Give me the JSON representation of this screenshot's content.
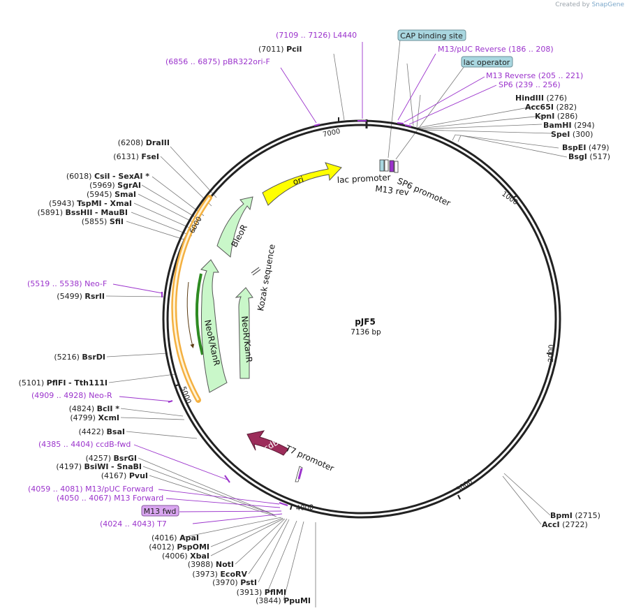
{
  "credit": {
    "prefix": "Created by",
    "brand": "SnapGene"
  },
  "plasmid": {
    "name": "pJF5",
    "length_label": "7136 bp"
  },
  "tick_labels": [
    "1000",
    "2000",
    "3000",
    "4000",
    "5000",
    "6000",
    "7000"
  ],
  "boxed_features": [
    {
      "text": "CAP binding site",
      "color": "#a9d7e0"
    },
    {
      "text": "lac operator",
      "color": "#a9d7e0"
    },
    {
      "text": "M13 fwd",
      "color": "#d9a6f0"
    }
  ],
  "feature_labels": {
    "ori": "ori",
    "bleo": "BleoR",
    "neo_outer": "NeoR/KanR",
    "neo_inner": "NeoR/KanR",
    "kozak": "Kozak sequence",
    "ccdb": "ccdB",
    "lac_promoter": "lac promoter",
    "m13_rev": "M13 rev",
    "sp6_promoter": "SP6 promoter",
    "t7_promoter": "T7 promoter"
  },
  "sites_right": [
    {
      "pos": "(7011)",
      "name": "PciI"
    },
    {
      "pos": "(276)",
      "name": "HindIII"
    },
    {
      "pos": "(282)",
      "name": "Acc65I"
    },
    {
      "pos": "(286)",
      "name": "KpnI"
    },
    {
      "pos": "(294)",
      "name": "BamHI"
    },
    {
      "pos": "(300)",
      "name": "SpeI"
    },
    {
      "pos": "(479)",
      "name": "BspEI"
    },
    {
      "pos": "(517)",
      "name": "BsgI"
    },
    {
      "pos": "(2715)",
      "name": "BpmI"
    },
    {
      "pos": "(2722)",
      "name": "AccI"
    }
  ],
  "sites_left": [
    {
      "pos": "(6208)",
      "name": "DraIII"
    },
    {
      "pos": "(6131)",
      "name": "FseI"
    },
    {
      "pos": "(6018)",
      "name": "CsiI",
      "extra": "- SexAI *"
    },
    {
      "pos": "(5969)",
      "name": "SgrAI"
    },
    {
      "pos": "(5945)",
      "name": "SmaI"
    },
    {
      "pos": "(5943)",
      "name": "TspMI",
      "extra": "- XmaI"
    },
    {
      "pos": "(5891)",
      "name": "BssHII",
      "extra": "- MauBI"
    },
    {
      "pos": "(5855)",
      "name": "SfiI"
    },
    {
      "pos": "(5499)",
      "name": "RsrII"
    },
    {
      "pos": "(5216)",
      "name": "BsrDI"
    },
    {
      "pos": "(5101)",
      "name": "PflFI",
      "extra": "- Tth111I"
    },
    {
      "pos": "(4824)",
      "name": "BclI *"
    },
    {
      "pos": "(4799)",
      "name": "XcmI"
    },
    {
      "pos": "(4422)",
      "name": "BsaI"
    },
    {
      "pos": "(4257)",
      "name": "BsrGI"
    },
    {
      "pos": "(4197)",
      "name": "BsiWI",
      "extra": "- SnaBI"
    },
    {
      "pos": "(4167)",
      "name": "PvuI"
    },
    {
      "pos": "(4016)",
      "name": "ApaI"
    },
    {
      "pos": "(4012)",
      "name": "PspOMI"
    },
    {
      "pos": "(4006)",
      "name": "XbaI"
    },
    {
      "pos": "(3988)",
      "name": "NotI"
    },
    {
      "pos": "(3973)",
      "name": "EcoRV"
    },
    {
      "pos": "(3970)",
      "name": "PstI"
    },
    {
      "pos": "(3913)",
      "name": "PflMI"
    },
    {
      "pos": "(3844)",
      "name": "PpuMI"
    }
  ],
  "primers": [
    {
      "range": "(7109 .. 7126)",
      "name": "L4440"
    },
    {
      "range": "(6856 .. 6875)",
      "name": "pBR322ori-F"
    },
    {
      "name": "M13/pUC Reverse",
      "range": "(186 .. 208)"
    },
    {
      "name": "M13 Reverse",
      "range": "(205 .. 221)"
    },
    {
      "name": "SP6",
      "range": "(239 .. 256)"
    },
    {
      "range": "(5519 .. 5538)",
      "name": "Neo-F"
    },
    {
      "range": "(4909 .. 4928)",
      "name": "Neo-R"
    },
    {
      "range": "(4385 .. 4404)",
      "name": "ccdB-fwd"
    },
    {
      "range": "(4059 .. 4081)",
      "name": "M13/pUC Forward"
    },
    {
      "range": "(4050 .. 4067)",
      "name": "M13 Forward"
    },
    {
      "range": "(4024 .. 4043)",
      "name": "T7"
    }
  ],
  "colors": {
    "backbone": "#222222",
    "ori": "#ffff00",
    "resistance": "#c9f7c9",
    "ccdb": "#9c2c5a",
    "primer": "#9b33cc",
    "orange_arc": "#f4b040",
    "green_arc": "#2e8b22"
  }
}
